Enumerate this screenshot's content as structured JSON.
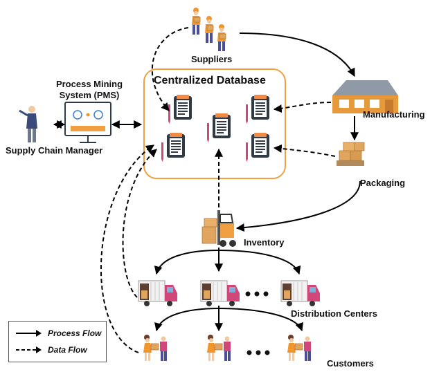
{
  "title": "Centralized Database",
  "nodes": {
    "suppliers": "Suppliers",
    "manufacturing": "Manufacturing",
    "packaging": "Packaging",
    "inventory": "Inventory",
    "distribution_centers": "Distribution Centers",
    "customers": "Customers",
    "pms_line1": "Process Mining",
    "pms_line2": "System (PMS)",
    "manager": "Supply Chain Manager"
  },
  "legend": {
    "process_flow": "Process Flow",
    "data_flow": "Data Flow"
  },
  "colors": {
    "database_border": "#f0a040",
    "truck_accent": "#d2477a",
    "box": "#e0a55f",
    "worker_shirt": "#f0962c",
    "worker_pants": "#4a4f9c",
    "document_dark": "#2f3a45",
    "document_accent": "#f08a48"
  }
}
